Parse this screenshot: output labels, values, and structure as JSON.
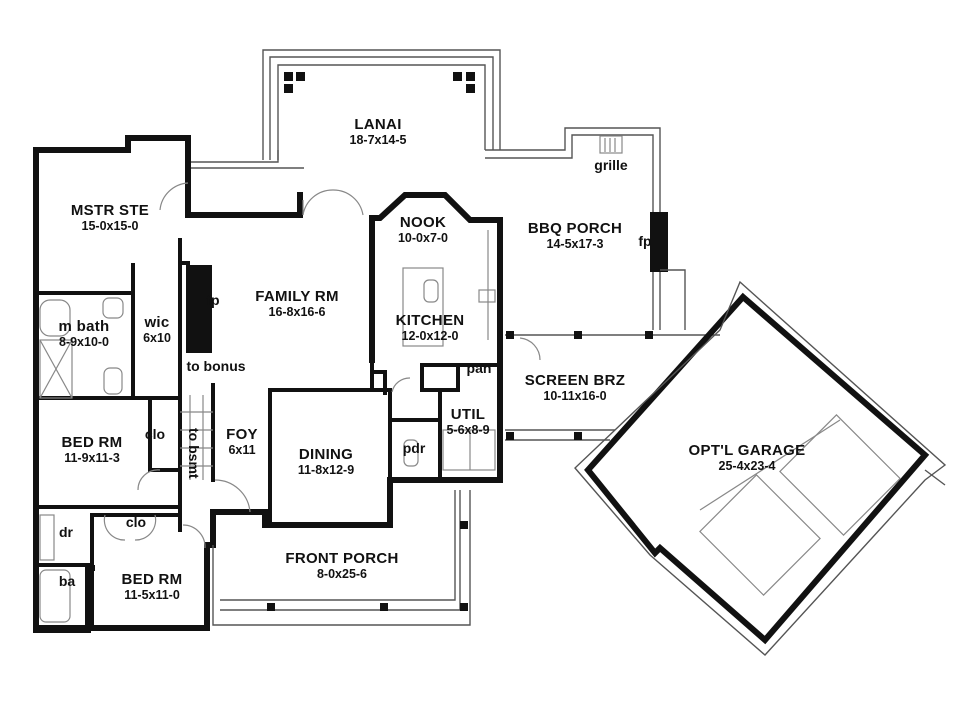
{
  "rooms": {
    "lanai": {
      "name": "LANAI",
      "dims": "18-7x14-5"
    },
    "mstr_ste": {
      "name": "MSTR STE",
      "dims": "15-0x15-0"
    },
    "nook": {
      "name": "NOOK",
      "dims": "10-0x7-0"
    },
    "bbq_porch": {
      "name": "BBQ PORCH",
      "dims": "14-5x17-3"
    },
    "family_rm": {
      "name": "FAMILY RM",
      "dims": "16-8x16-6"
    },
    "kitchen": {
      "name": "KITCHEN",
      "dims": "12-0x12-0"
    },
    "m_bath": {
      "name": "m bath",
      "dims": "8-9x10-0"
    },
    "wic": {
      "name": "wic",
      "dims": "6x10"
    },
    "screen_brz": {
      "name": "SCREEN BRZ",
      "dims": "10-11x16-0"
    },
    "bed_rm_1": {
      "name": "BED RM",
      "dims": "11-9x11-3"
    },
    "foy": {
      "name": "FOY",
      "dims": "6x11"
    },
    "dining": {
      "name": "DINING",
      "dims": "11-8x12-9"
    },
    "util": {
      "name": "UTIL",
      "dims": "5-6x8-9"
    },
    "garage": {
      "name": "OPT'L GARAGE",
      "dims": "25-4x23-4"
    },
    "front_porch": {
      "name": "FRONT PORCH",
      "dims": "8-0x25-6"
    },
    "bed_rm_2": {
      "name": "BED RM",
      "dims": "11-5x11-0"
    }
  },
  "small_labels": {
    "grille": "grille",
    "fp_bbq": "fp",
    "fp_family": "fp",
    "to_bonus": "to bonus",
    "pan": "pan",
    "pdr": "pdr",
    "clo_1": "clo",
    "clo_2": "clo",
    "dr": "dr",
    "ba": "ba",
    "to_bsmt": "to bsmt"
  },
  "colors": {
    "wall": "#111111",
    "trim": "#555555",
    "background": "#ffffff"
  }
}
